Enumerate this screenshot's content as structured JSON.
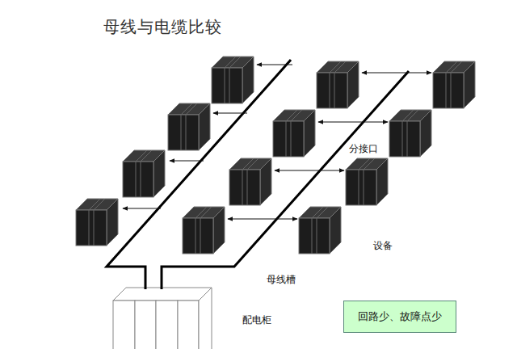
{
  "diagram": {
    "title": "母线与电缆比较",
    "nodes": [
      {
        "text": [
          "回路少、故障点少"
        ]
      }
    ],
    "labels": [
      "分接口",
      "设备",
      "母线槽",
      "配电柜"
    ]
  }
}
